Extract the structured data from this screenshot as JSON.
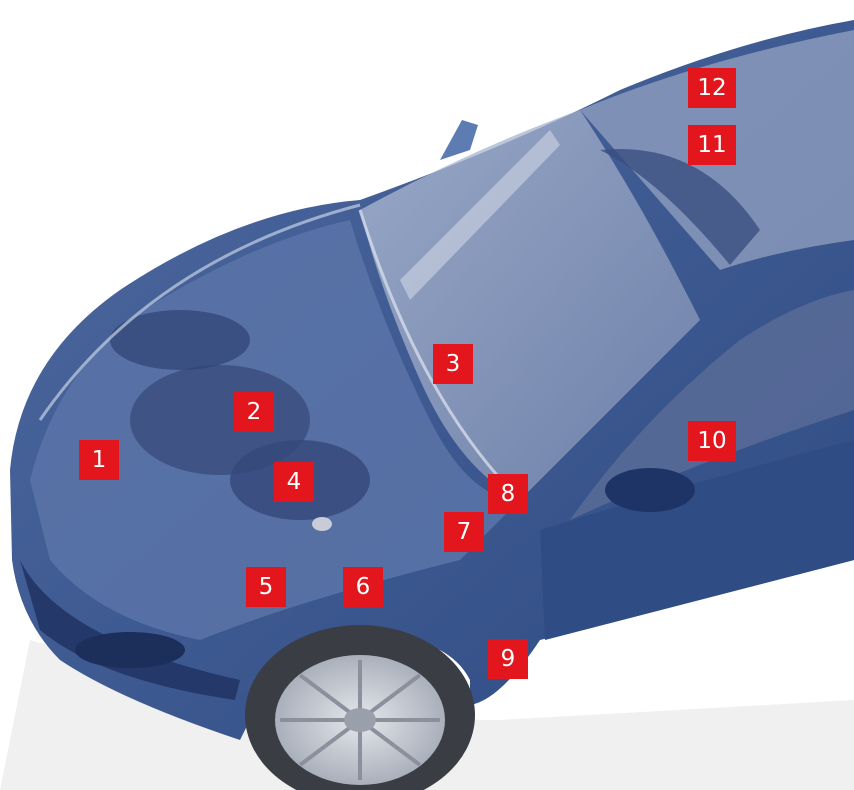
{
  "markers": [
    {
      "id": "1",
      "label": "1"
    },
    {
      "id": "2",
      "label": "2"
    },
    {
      "id": "3",
      "label": "3"
    },
    {
      "id": "4",
      "label": "4"
    },
    {
      "id": "5",
      "label": "5"
    },
    {
      "id": "6",
      "label": "6"
    },
    {
      "id": "7",
      "label": "7"
    },
    {
      "id": "8",
      "label": "8"
    },
    {
      "id": "9",
      "label": "9"
    },
    {
      "id": "10",
      "label": "10"
    },
    {
      "id": "11",
      "label": "11"
    },
    {
      "id": "12",
      "label": "12"
    }
  ],
  "colors": {
    "car_body": "#3d5a8f",
    "car_dark": "#24396a",
    "glass": "#8d9cbd",
    "marker": "#e3151d"
  }
}
